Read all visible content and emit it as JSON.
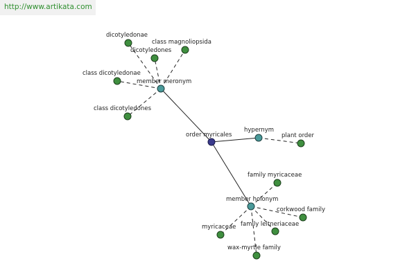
{
  "banner": {
    "url": "http://www.artikata.com"
  },
  "graph": {
    "root": {
      "label": "order myricales"
    },
    "relations": [
      {
        "id": "meronym",
        "label": "member meronym"
      },
      {
        "id": "hypernym",
        "label": "hypernym"
      },
      {
        "id": "holonym",
        "label": "member holonym"
      }
    ],
    "leaves": [
      {
        "relation": "meronym",
        "label": "dicotyledonae"
      },
      {
        "relation": "meronym",
        "label": "dicotyledones"
      },
      {
        "relation": "meronym",
        "label": "class magnoliopsida"
      },
      {
        "relation": "meronym",
        "label": "class dicotyledonae"
      },
      {
        "relation": "meronym",
        "label": "class dicotyledones"
      },
      {
        "relation": "hypernym",
        "label": "plant order"
      },
      {
        "relation": "holonym",
        "label": "family myricaceae"
      },
      {
        "relation": "holonym",
        "label": "corkwood family"
      },
      {
        "relation": "holonym",
        "label": "family leitneriaceae"
      },
      {
        "relation": "holonym",
        "label": "myricaceae"
      },
      {
        "relation": "holonym",
        "label": "wax-myrtle family"
      }
    ]
  }
}
